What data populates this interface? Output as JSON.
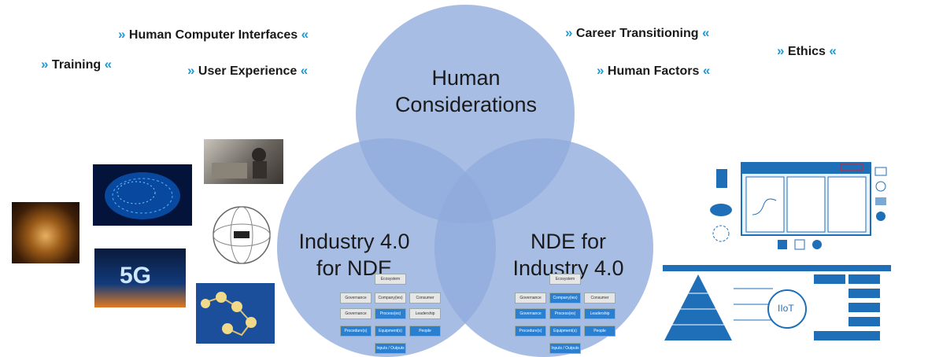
{
  "tags": {
    "hci": "Human Computer Interfaces",
    "career": "Career Transitioning",
    "ethics": "Ethics",
    "training": "Training",
    "ux": "User Experience",
    "human_factors": "Human Factors",
    "open_quote": "»",
    "close_quote": "«"
  },
  "circles": {
    "top_line1": "Human",
    "top_line2": "Considerations",
    "left_line1": "Industry 4.0",
    "left_line2": "for NDE",
    "right_line1": "NDE for",
    "right_line2": "Industry 4.0"
  },
  "org_chart": {
    "root": "Ecosystem",
    "row1": [
      "Governance",
      "Company(ies)",
      "Consumer"
    ],
    "row2": [
      "Governance",
      "Process(es)",
      "Leadership"
    ],
    "row3": [
      "Procedure(s)",
      "Equipment(s)",
      "People"
    ],
    "bottom": "Inputs / Outputs"
  },
  "images": {
    "g5_label": "5G",
    "iiot_label": "IIoT"
  },
  "colors": {
    "circle_fill": "#8faadc",
    "quote_blue": "#1a9bd7",
    "diagram_blue": "#2a7fd0"
  }
}
